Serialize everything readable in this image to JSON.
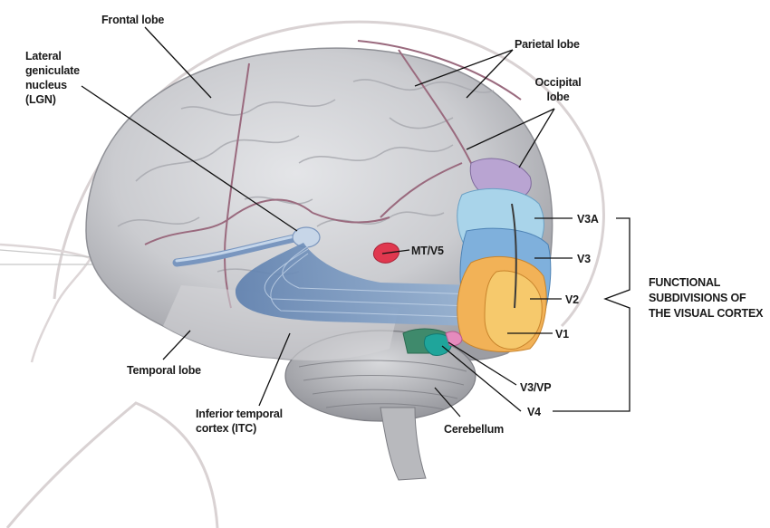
{
  "labels": {
    "frontal_lobe": "Frontal lobe",
    "parietal_lobe": "Parietal lobe",
    "occipital_lobe": [
      "Occipital",
      "lobe"
    ],
    "lgn": [
      "Lateral",
      "geniculate",
      "nucleus",
      "(LGN)"
    ],
    "mt_v5": "MT/V5",
    "v3a": "V3A",
    "v3": "V3",
    "v2": "V2",
    "v1": "V1",
    "v3_vp": "V3/VP",
    "v4": "V4",
    "temporal_lobe": "Temporal lobe",
    "itc": [
      "Inferior temporal",
      "cortex (ITC)"
    ],
    "cerebellum": "Cerebellum",
    "functional_subdivisions": [
      "FUNCTIONAL",
      "SUBDIVISIONS OF",
      "THE VISUAL CORTEX"
    ]
  },
  "colors": {
    "brain": "#c9cacd",
    "lobe_boundary": "#9a6a7e",
    "optic_pathway": "#6f8fb8",
    "mt_v5": "#e0384f",
    "v3a": "#a9d4ea",
    "v3": "#7fb0dc",
    "v2": "#f2b257",
    "v1": "#f6c96c",
    "v3_vp": "#e58bbd",
    "v4": "#1fa59b",
    "itc_patch": "#3f8a6c",
    "upper_patch": "#b9a4d2"
  }
}
